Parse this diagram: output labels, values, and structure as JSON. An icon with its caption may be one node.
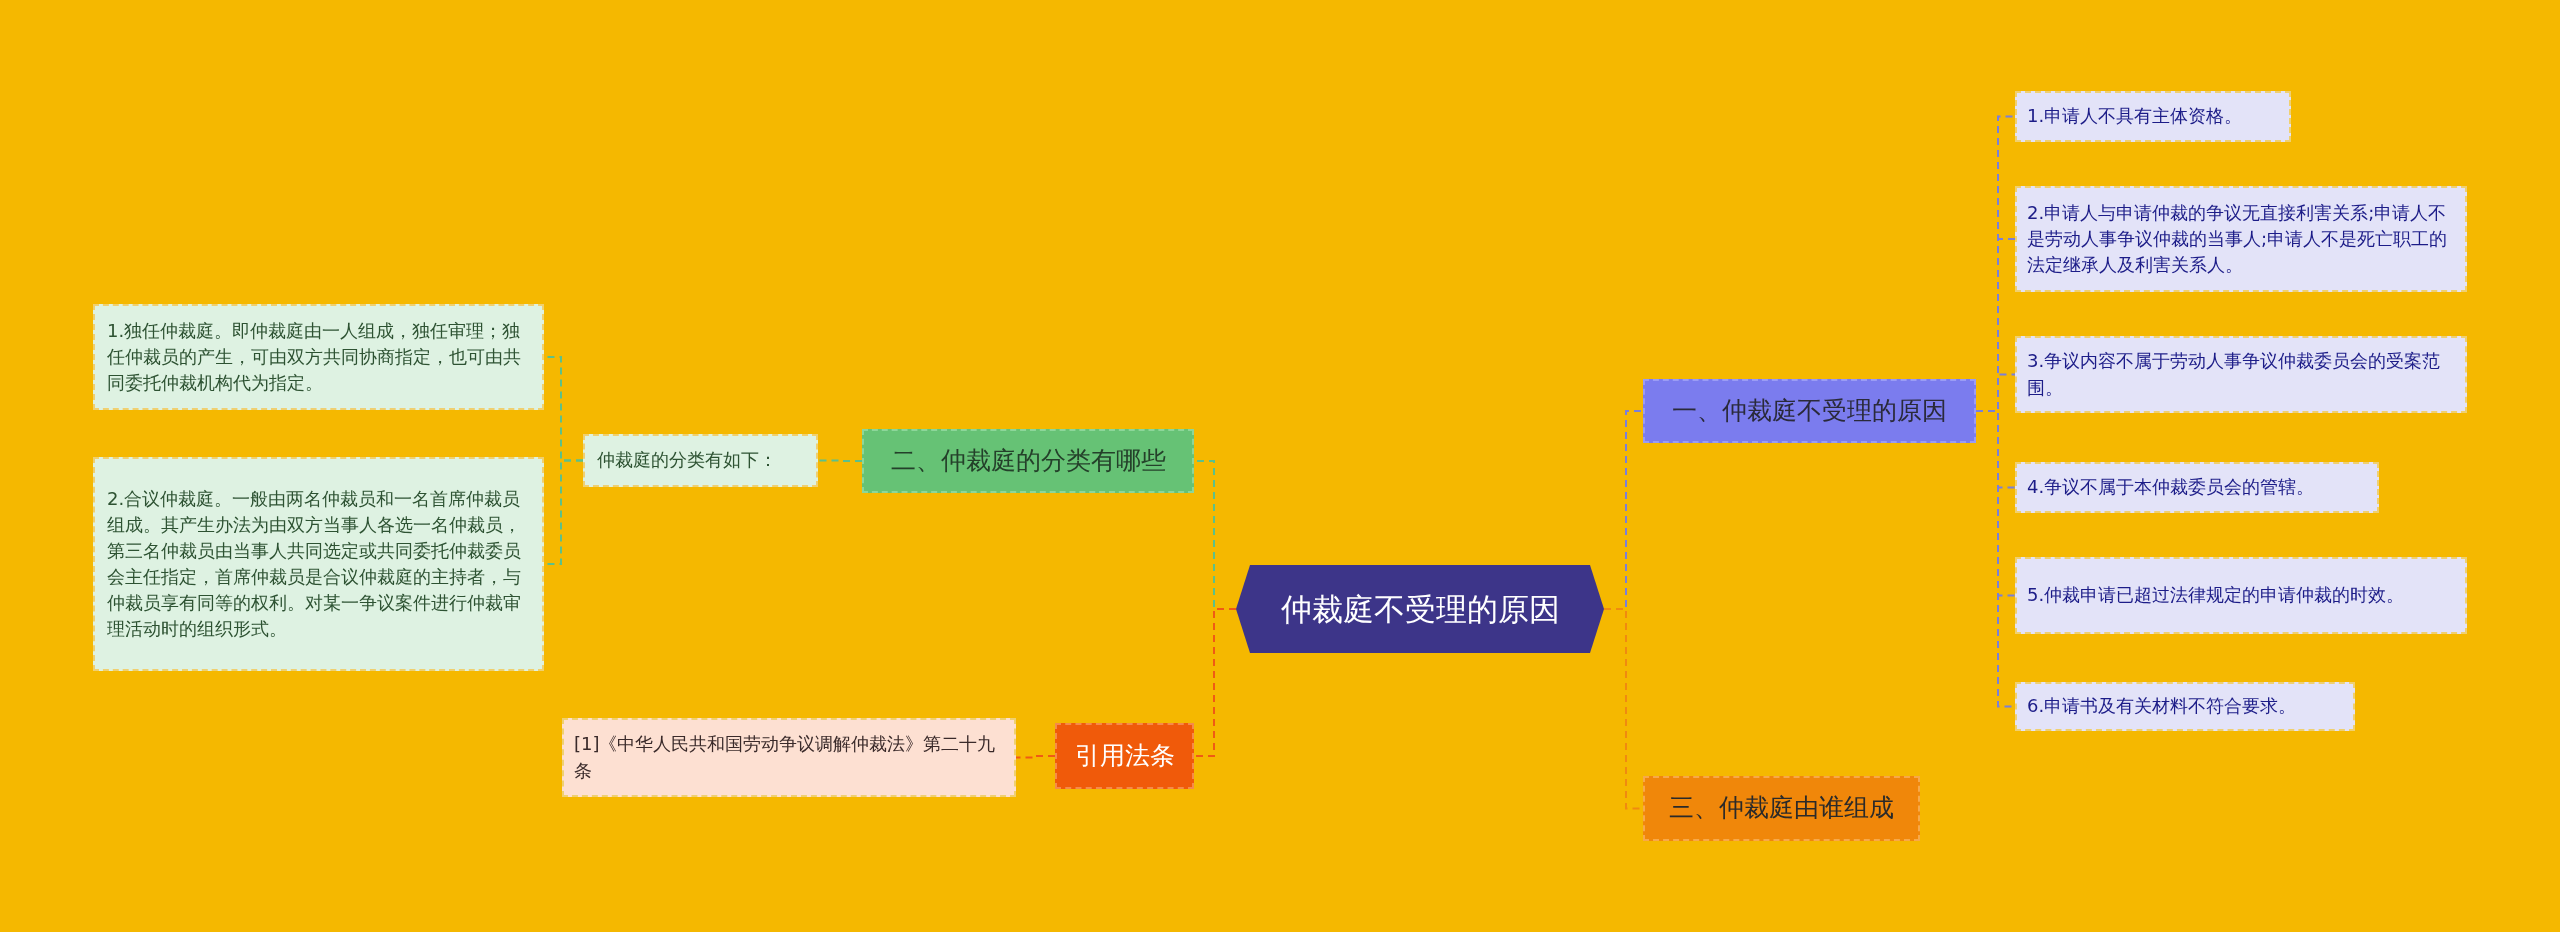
{
  "diagram": {
    "nodes": [
      {
        "text": [
          "仲裁庭不受理的原因"
        ]
      },
      {
        "text": [
          "一、仲裁庭不受理的原因"
        ]
      },
      {
        "text": [
          "1.申请人不具有主体资格。"
        ]
      },
      {
        "text": [
          "2.申请人与申请仲裁的争议无直接利害关系;申请人不是劳动人事争议仲裁的当事人;申请人不是死亡职工的法定继承人及利害关系人。"
        ]
      },
      {
        "text": [
          "3.争议内容不属于劳动人事争议仲裁委员会的受案范围。"
        ]
      },
      {
        "text": [
          "4.争议不属于本仲裁委员会的管辖。"
        ]
      },
      {
        "text": [
          "5.仲裁申请已超过法律规定的申请仲裁的时效。"
        ]
      },
      {
        "text": [
          "6.申请书及有关材料不符合要求。"
        ]
      },
      {
        "text": [
          "三、仲裁庭由谁组成"
        ]
      },
      {
        "text": [
          "二、仲裁庭的分类有哪些"
        ]
      },
      {
        "text": [
          "仲裁庭的分类有如下："
        ]
      },
      {
        "text": [
          "1.独任仲裁庭。即仲裁庭由一人组成，独任审理；独任仲裁员的产生，可由双方共同协商指定，也可由共同委托仲裁机构代为指定。"
        ]
      },
      {
        "text": [
          "2.合议仲裁庭。一般由两名仲裁员和一名首席仲裁员组成。其产生办法为由双方当事人各选一名仲裁员，第三名仲裁员由当事人共同选定或共同委托仲裁委员会主任指定，首席仲裁员是合议仲裁庭的主持者，与仲裁员享有同等的权利。对某一争议案件进行仲裁审理活动时的组织形式。"
        ]
      },
      {
        "text": [
          "引用法条"
        ]
      },
      {
        "text": [
          "[1]《中华人民共和国劳动争议调解仲裁法》第二十九条"
        ]
      }
    ],
    "edges": [
      {
        "from": 0,
        "to": 1,
        "arrow": "none",
        "style": "dashed",
        "color": "#7b7fd8"
      },
      {
        "from": 1,
        "to": 2,
        "arrow": "none",
        "style": "dashed",
        "color": "#7b7fd8"
      },
      {
        "from": 1,
        "to": 3,
        "arrow": "none",
        "style": "dashed",
        "color": "#7b7fd8"
      },
      {
        "from": 1,
        "to": 4,
        "arrow": "none",
        "style": "dashed",
        "color": "#7b7fd8"
      },
      {
        "from": 1,
        "to": 5,
        "arrow": "none",
        "style": "dashed",
        "color": "#7b7fd8"
      },
      {
        "from": 1,
        "to": 6,
        "arrow": "none",
        "style": "dashed",
        "color": "#7b7fd8"
      },
      {
        "from": 1,
        "to": 7,
        "arrow": "none",
        "style": "dashed",
        "color": "#7b7fd8"
      },
      {
        "from": 0,
        "to": 8,
        "arrow": "none",
        "style": "dashed",
        "color": "#f08a10"
      },
      {
        "from": 0,
        "to": 9,
        "arrow": "none",
        "style": "dashed",
        "color": "#5cc08a"
      },
      {
        "from": 9,
        "to": 10,
        "arrow": "none",
        "style": "dashed",
        "color": "#5cc08a"
      },
      {
        "from": 10,
        "to": 11,
        "arrow": "none",
        "style": "dashed",
        "color": "#5cc08a"
      },
      {
        "from": 10,
        "to": 12,
        "arrow": "none",
        "style": "dashed",
        "color": "#5cc08a"
      },
      {
        "from": 0,
        "to": 13,
        "arrow": "none",
        "style": "dashed",
        "color": "#f05a14"
      },
      {
        "from": 13,
        "to": 14,
        "arrow": "none",
        "style": "dashed",
        "color": "#f05a14"
      }
    ]
  }
}
